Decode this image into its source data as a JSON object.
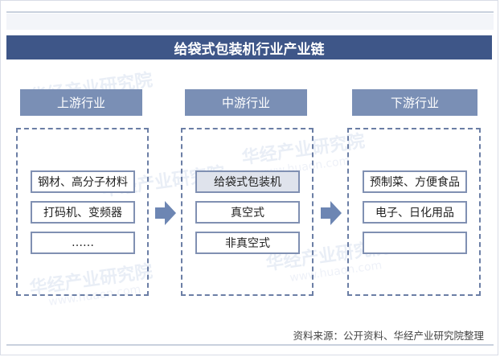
{
  "title": "给袋式包装机行业产业链",
  "columns": [
    {
      "header": "上游行业",
      "items": [
        "钢材、高分子材料",
        "打码机、变频器",
        "……"
      ]
    },
    {
      "header": "中游行业",
      "items": [
        "给袋式包装机",
        "真空式",
        "非真空式"
      ]
    },
    {
      "header": "下游行业",
      "items": [
        "预制菜、方便食品",
        "电子、日化用品",
        ""
      ]
    }
  ],
  "watermark": {
    "cn": "华经产业研究院",
    "en": "www.huaon.com"
  },
  "source": "资料来源：公开资料、华经产业研究院整理",
  "colors": {
    "banner": "#3e5688",
    "header": "#7a8fb5",
    "arrow": "#6d86b3",
    "border": "#6b7ea5"
  }
}
